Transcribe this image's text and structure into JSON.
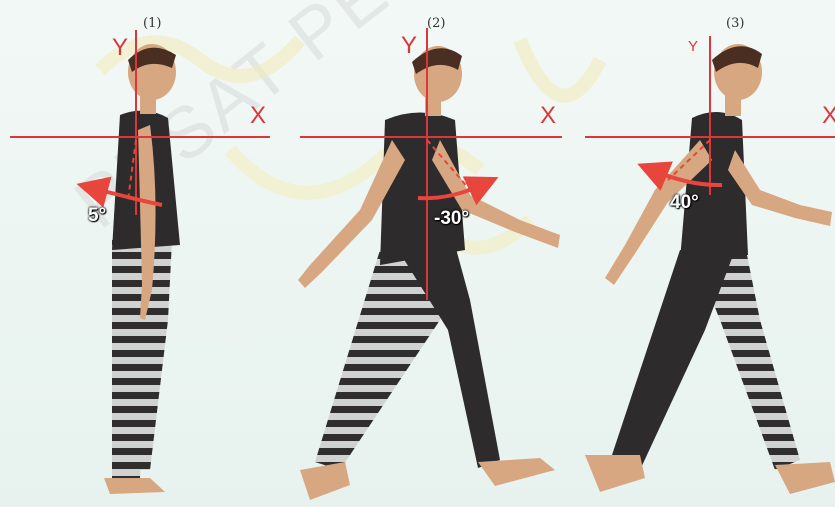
{
  "panels": [
    {
      "number": "(1)",
      "y_label": "Y",
      "x_label": "X",
      "angle": "5°"
    },
    {
      "number": "(2)",
      "y_label": "Y",
      "x_label": "X",
      "angle": "-30°"
    },
    {
      "number": "(3)",
      "y_label": "Y",
      "x_label": "X",
      "angle": "40°"
    }
  ],
  "watermark": "PUSAT PERPUSTAKAAN",
  "colors": {
    "axis": "#d9373c",
    "arrow": "#e8463c",
    "body": "#2d2b2b",
    "skin": "#d7a782",
    "stripe": "#cfd2d0"
  }
}
